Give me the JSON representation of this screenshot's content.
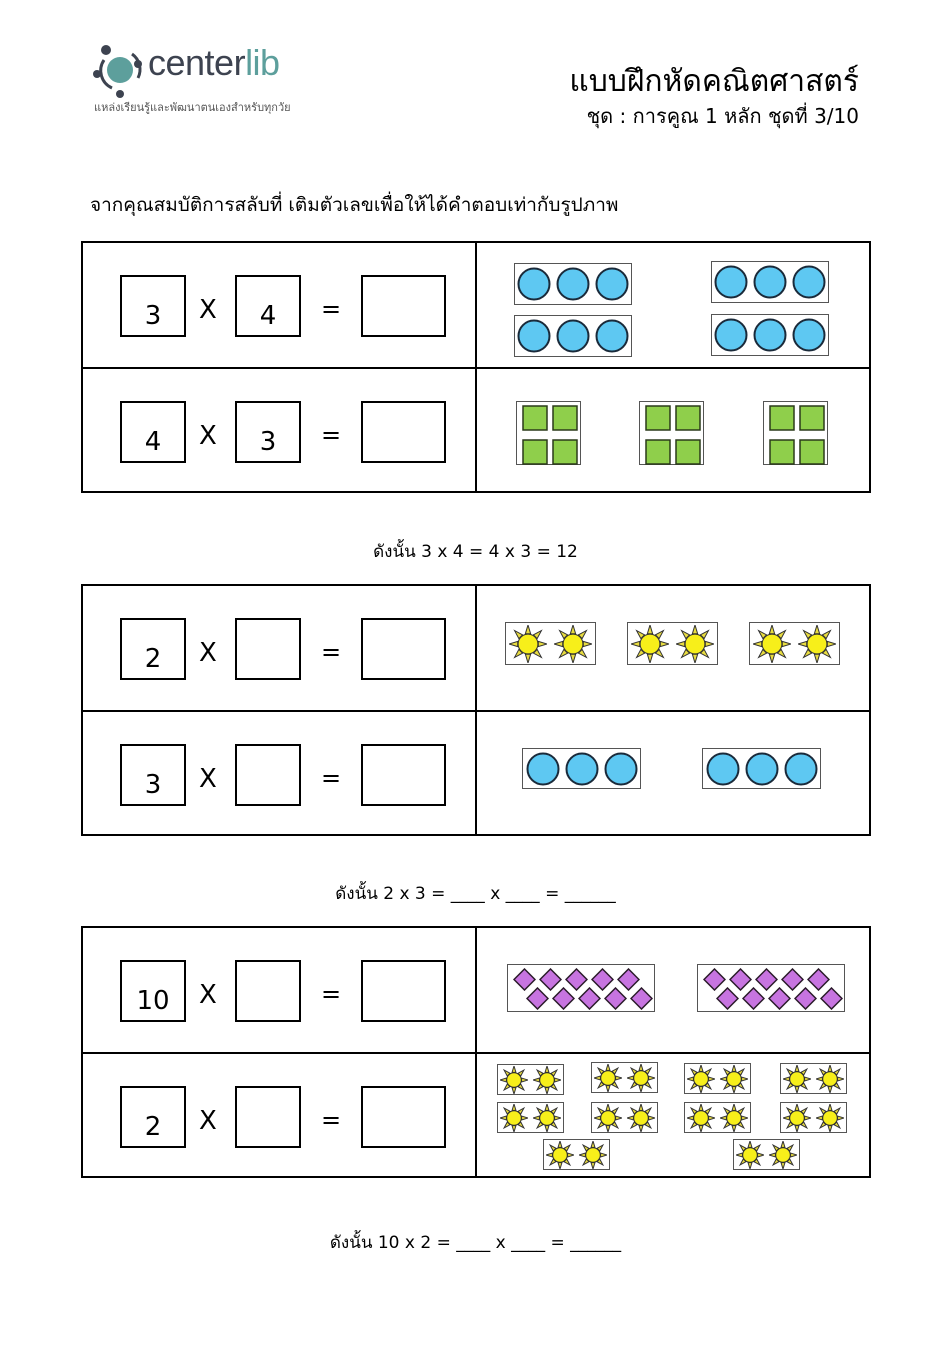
{
  "logo": {
    "name_dark": "center",
    "name_accent": "lib",
    "tagline": "แหล่งเรียนรู้และพัฒนาตนเองสำหรับทุกวัย"
  },
  "header": {
    "title": "แบบฝึกหัดคณิตศาสตร์",
    "subtitle": "ชุด : การคูณ 1 หลัก ชุดที่ 3/10"
  },
  "instruction": "จากคุณสมบัติการสลับที่ เติมตัวเลขเพื่อให้ได้คำตอบเท่ากับรูปภาพ",
  "symbols": {
    "times": "X",
    "equals": "="
  },
  "colors": {
    "circle": "#5ec8f2",
    "square": "#8fcf4b",
    "sun": "#f7ef1a",
    "diamond": "#c774e0"
  },
  "problems": [
    {
      "rows": [
        {
          "a": "3",
          "b": "4",
          "answer": "",
          "picture": {
            "shape": "circle",
            "groups": 4,
            "per_group": 3
          }
        },
        {
          "a": "4",
          "b": "3",
          "answer": "",
          "picture": {
            "shape": "square",
            "groups": 3,
            "per_group": 4
          }
        }
      ],
      "summary": "ดังนั้น  3 x 4  =  4 x 3  =  12"
    },
    {
      "rows": [
        {
          "a": "2",
          "b": "",
          "answer": "",
          "picture": {
            "shape": "sun",
            "groups": 3,
            "per_group": 2
          }
        },
        {
          "a": "3",
          "b": "",
          "answer": "",
          "picture": {
            "shape": "circle",
            "groups": 2,
            "per_group": 3
          }
        }
      ],
      "summary": "ดังนั้น  2 x 3  =  ____  x  ____  =  ______"
    },
    {
      "rows": [
        {
          "a": "10",
          "b": "",
          "answer": "",
          "picture": {
            "shape": "diamond",
            "groups": 2,
            "per_group": 10
          }
        },
        {
          "a": "2",
          "b": "",
          "answer": "",
          "picture": {
            "shape": "sun",
            "groups": 10,
            "per_group": 2
          }
        }
      ],
      "summary": "ดังนั้น  10 x 2  =  ____  x  ____  =  ______"
    }
  ]
}
